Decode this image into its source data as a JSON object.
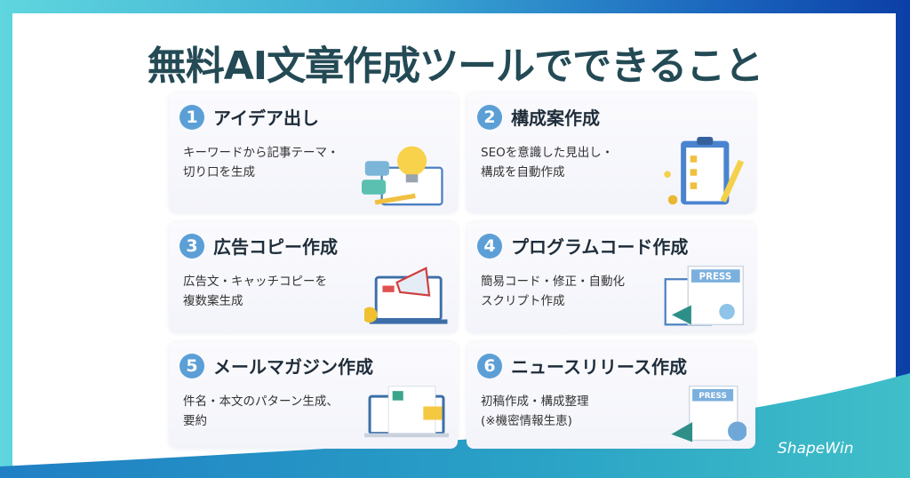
{
  "title": "無料AI文章作成ツールでできること",
  "cards": [
    {
      "number": "1",
      "title": "アイデア出し",
      "desc1": "キーワードから記事テーマ・",
      "desc2": "切り口を生成",
      "icon": "lightbulb-notepad-icon"
    },
    {
      "number": "2",
      "title": "構成案作成",
      "desc1": "SEOを意識した見出し・",
      "desc2": "構成を自動作成",
      "icon": "clipboard-checklist-icon"
    },
    {
      "number": "3",
      "title": "広告コピー作成",
      "desc1": "広告文・キャッチコピーを",
      "desc2": "複数案生成",
      "icon": "megaphone-laptop-icon"
    },
    {
      "number": "4",
      "title": "プログラムコード作成",
      "desc1": "簡易コード・修正・自動化",
      "desc2": "スクリプト作成",
      "icon": "press-document-icon",
      "badge": "PRESS"
    },
    {
      "number": "5",
      "title": "メールマガジン作成",
      "desc1": "件名・本文のパターン生成、",
      "desc2": "要約",
      "icon": "email-laptop-icon"
    },
    {
      "number": "6",
      "title": "ニュースリリース作成",
      "desc1": "初稿作成・構成整理",
      "desc2": "(※機密情報生恵)",
      "icon": "press-release-icon",
      "badge": "PRESS"
    }
  ],
  "logo": "ShapeWin",
  "colors": {
    "title": "#234a55",
    "number_badge": "#5b9fd6",
    "gradient_start": "#5fd6de",
    "gradient_end": "#0c3fa6"
  }
}
